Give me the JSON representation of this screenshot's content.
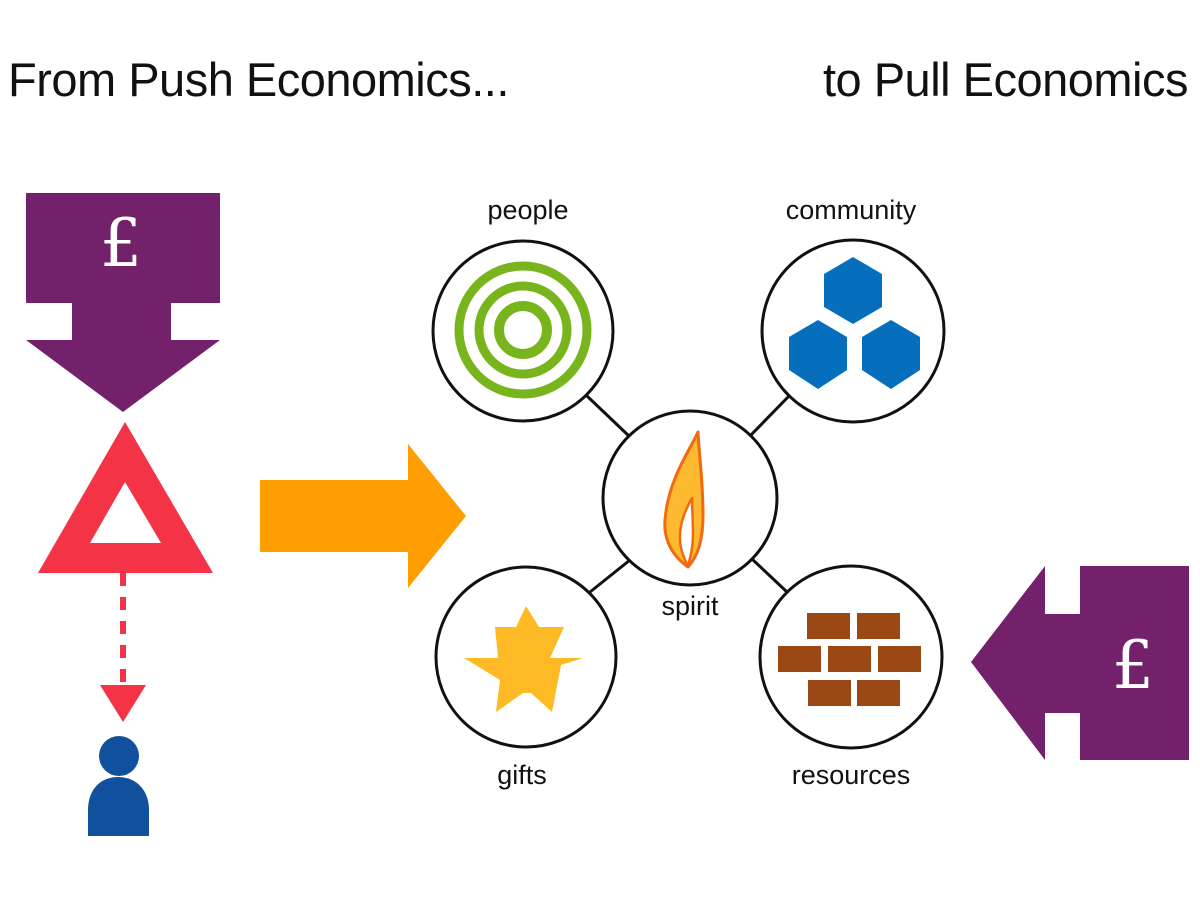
{
  "title_left": "From Push Economics...",
  "title_right": "to Pull Economics",
  "colors": {
    "purple": "#74216b",
    "red": "#f43346",
    "blue_person": "#11509c",
    "orange_arrow": "#fe9e00",
    "green": "#78b51c",
    "hex_blue": "#066fbd",
    "star": "#fdba25",
    "brick": "#9b4814",
    "flame_fill": "#fdb92f",
    "flame_stroke": "#f26a10"
  },
  "push": {
    "currency_symbol": "£"
  },
  "pull": {
    "currency_symbol": "£"
  },
  "nodes": {
    "people": {
      "label": "people",
      "icon": "concentric-rings-icon"
    },
    "community": {
      "label": "community",
      "icon": "hexagons-icon"
    },
    "spirit": {
      "label": "spirit",
      "icon": "flame-icon"
    },
    "gifts": {
      "label": "gifts",
      "icon": "star-icon"
    },
    "resources": {
      "label": "resources",
      "icon": "bricks-icon"
    }
  }
}
